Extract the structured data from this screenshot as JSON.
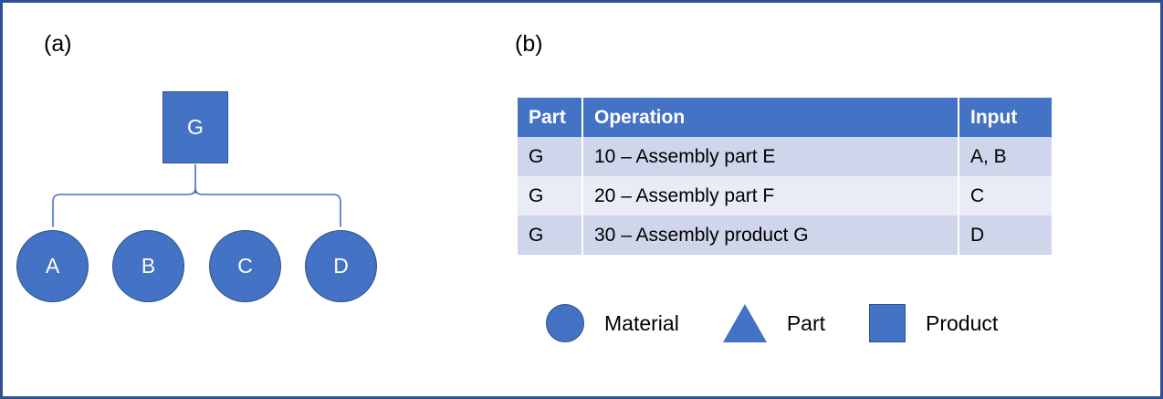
{
  "figure": {
    "border_color": "#2F528F",
    "background": "#ffffff"
  },
  "panels": {
    "a": {
      "label": "(a)",
      "name": "bill-of-material-tree",
      "product_node": {
        "id": "G",
        "shape": "square"
      },
      "material_nodes": [
        {
          "id": "A",
          "shape": "circle"
        },
        {
          "id": "B",
          "shape": "circle"
        },
        {
          "id": "C",
          "shape": "circle"
        },
        {
          "id": "D",
          "shape": "circle"
        }
      ],
      "connector": "curly-brace"
    },
    "b": {
      "label": "(b)",
      "name": "routing-table-panel"
    }
  },
  "table": {
    "columns": [
      "Part",
      "Operation",
      "Input"
    ],
    "rows": [
      {
        "part": "G",
        "operation": "10 – Assembly part E",
        "input": "A, B"
      },
      {
        "part": "G",
        "operation": "20 – Assembly part F",
        "input": "C"
      },
      {
        "part": "G",
        "operation": "30 – Assembly product G",
        "input": "D"
      }
    ],
    "header_color": "#4472C4",
    "header_text_color": "#FFFFFF",
    "row_color_odd": "#CFD5EA",
    "row_color_even": "#E9EBF5"
  },
  "legend": {
    "items": [
      {
        "shape": "circle",
        "label": "Material"
      },
      {
        "shape": "triangle",
        "label": "Part"
      },
      {
        "shape": "square",
        "label": "Product"
      }
    ],
    "shape_color": "#4472C4",
    "shape_border_color": "#2F528F"
  }
}
